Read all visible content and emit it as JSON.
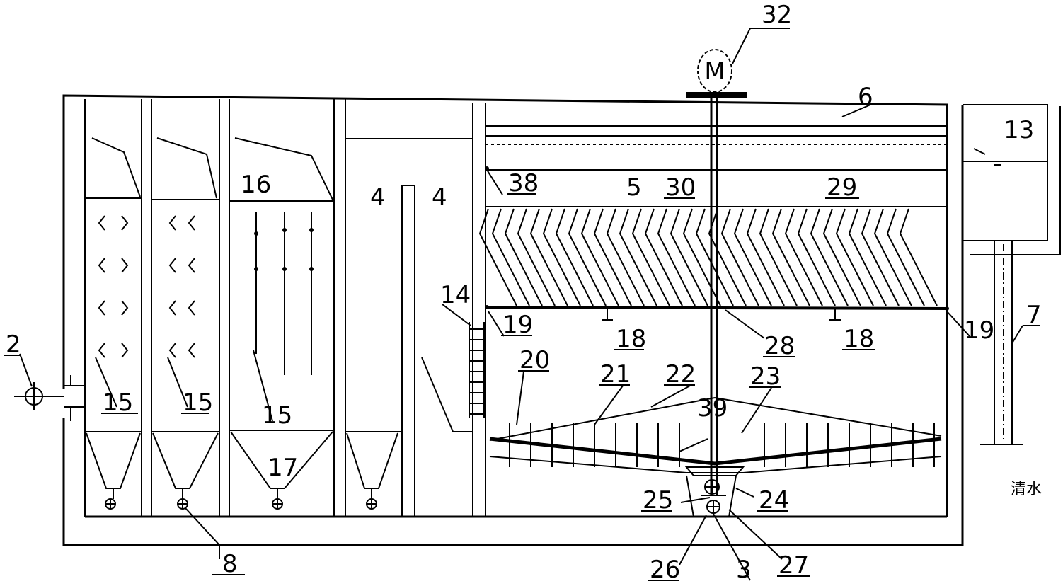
{
  "labels": {
    "motor_symbol": "M",
    "l32": "32",
    "l6": "6",
    "l13_top": "13",
    "l16": "16",
    "l4_left": "4",
    "l4_right": "4",
    "l38": "38",
    "l5_tank": "5",
    "l30": "30",
    "l29": "29",
    "l14": "14",
    "l19_left": "19",
    "l18_left": "18",
    "l28": "28",
    "l18_right": "18",
    "l19_right": "19",
    "l7": "7",
    "l2": "2",
    "l15_a": "15",
    "l15_b": "15",
    "l15_c": "15",
    "l20": "20",
    "l21": "21",
    "l22": "22",
    "l23": "23",
    "l39": "39",
    "l17": "17",
    "l25": "25",
    "l24": "24",
    "clear_water": "清水",
    "l8": "8",
    "l26": "26",
    "l3": "3",
    "l27": "27"
  }
}
